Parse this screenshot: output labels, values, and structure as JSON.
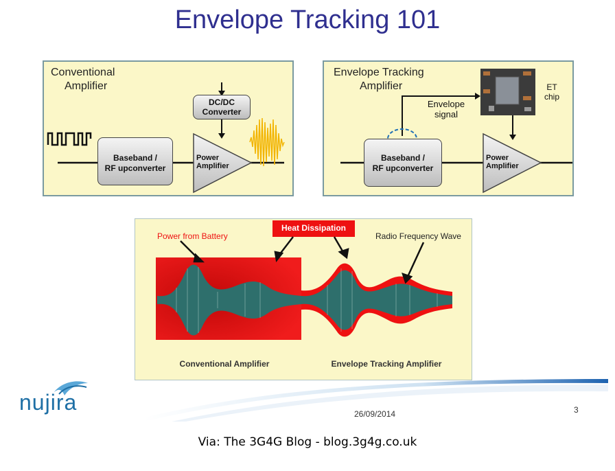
{
  "title": "Envelope Tracking 101",
  "left_panel": {
    "title_line1": "Conventional",
    "title_line2": "Amplifier",
    "baseband_line1": "Baseband /",
    "baseband_line2": "RF upconverter",
    "dcdc_line1": "DC/DC",
    "dcdc_line2": "Converter",
    "pa_line1": "Power",
    "pa_line2": "Amplifier"
  },
  "right_panel": {
    "title_line1": "Envelope Tracking",
    "title_line2": "Amplifier",
    "baseband_line1": "Baseband /",
    "baseband_line2": "RF upconverter",
    "envelope_line1": "Envelope",
    "envelope_line2": "signal",
    "et_line1": "ET",
    "et_line2": "chip",
    "pa_line1": "Power",
    "pa_line2": "Amplifier"
  },
  "bottom_panel": {
    "power_label": "Power from Battery",
    "heat_label": "Heat Dissipation",
    "rf_label": "Radio Frequency Wave",
    "conventional_label": "Conventional Amplifier",
    "et_label": "Envelope Tracking Amplifier"
  },
  "footer": {
    "logo": "nujira",
    "date": "26/09/2014",
    "page": "3"
  },
  "caption": "Via: The 3G4G Blog - blog.3g4g.co.uk",
  "colors": {
    "title": "#2f2f8f",
    "panel": "#fbf7c8",
    "heat": "#ee1111",
    "wave": "#2e6f6c",
    "logo": "#1e6fa5"
  }
}
